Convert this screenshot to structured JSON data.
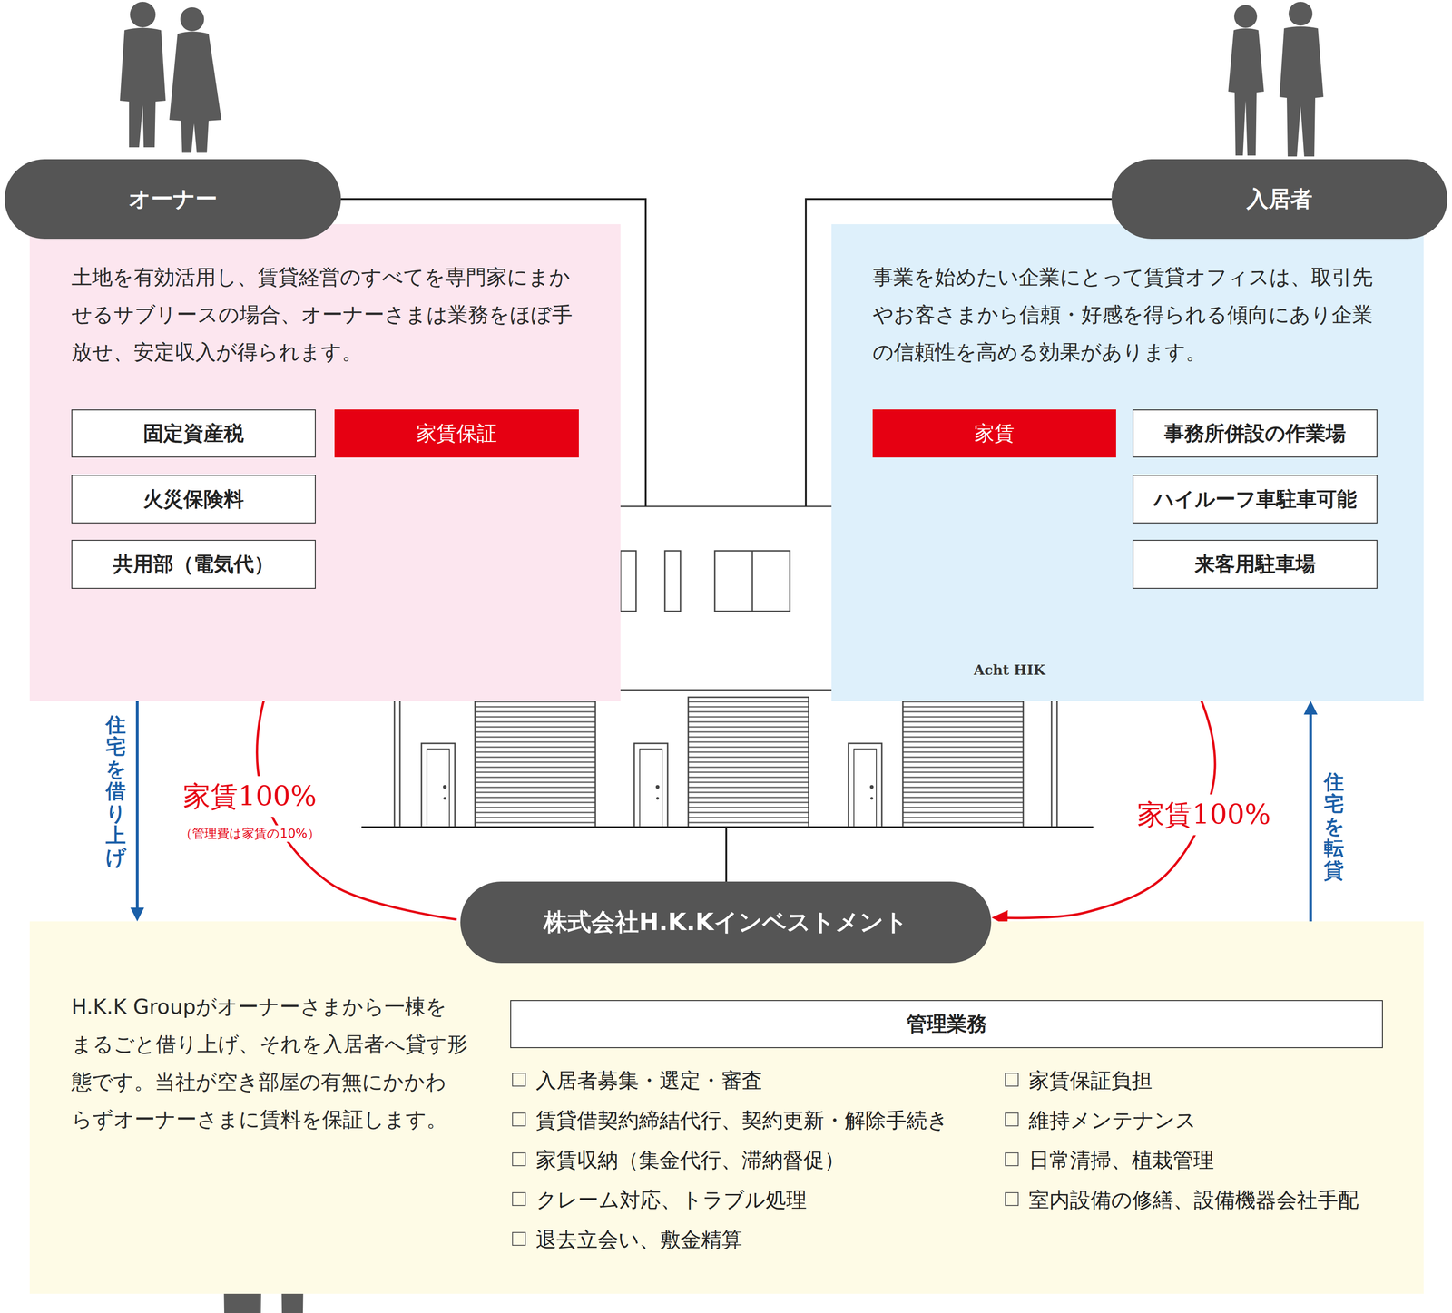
{
  "diagram": {
    "nodes": [
      {
        "text": [
          "オーナー"
        ]
      },
      {
        "text": [
          "土地を有効活用し、賃貸経営のすべてを専門家にまか せるサブリースの場合、オーナーさまは業務をほぼ手 放せ、安定収入が得られます。"
        ]
      },
      {
        "text": [
          "固定資産税"
        ],
        "in": 1
      },
      {
        "text": [
          "家賃保証"
        ],
        "in": 1
      },
      {
        "text": [
          "火災保険料"
        ],
        "in": 1
      },
      {
        "text": [
          "共用部（電気代）"
        ],
        "in": 1
      },
      {
        "text": [
          "入居者"
        ]
      },
      {
        "text": [
          "事業を始めたい企業にとって賃貸オフィスは、取引先 やお客さまから信頼・好感を得られる傾向にあり企業 の信頼性を高める効果があります。"
        ]
      },
      {
        "text": [
          "家賃"
        ],
        "in": 7
      },
      {
        "text": [
          "事務所併設の作業場"
        ],
        "in": 7
      },
      {
        "text": [
          "ハイルーフ車駐車可能"
        ],
        "in": 7
      },
      {
        "text": [
          "来客用駐車場"
        ],
        "in": 7
      },
      {
        "text": [
          "Acht HIK"
        ]
      },
      {
        "text": [
          "株式会社H.K.Kインベストメント"
        ]
      },
      {
        "text": [
          "H.K.K Groupがオーナーさまから一棟を まるごと借り上げ、それを入居者へ貸す形 態です。当社が空き部屋の有無にかかわ らずオーナーさまに賃料を保証します。"
        ]
      },
      {
        "text": [
          "管理業務"
        ],
        "in": 14
      }
    ],
    "edges": [
      {
        "from": 0,
        "to": 12,
        "arrow": "none"
      },
      {
        "from": 6,
        "to": 12,
        "arrow": "none"
      },
      {
        "from": 12,
        "to": 13,
        "arrow": "none"
      },
      {
        "from": 13,
        "to": 12,
        "label": "家賃100%",
        "arrow": "to"
      },
      {
        "from": 12,
        "to": 13,
        "label": "家賃100%",
        "arrow": "to"
      },
      {
        "from": 1,
        "to": 14,
        "label": "住宅を借り上げ",
        "arrow": "to"
      },
      {
        "from": 14,
        "to": 7,
        "label": "住宅を転貸",
        "arrow": "to"
      }
    ],
    "labels": [
      "（管理費は家賃の10%）",
      "入居者募集・選定・審査",
      "賃貸借契約締結代行、契約更新・解除手続き",
      "家賃収納（集金代行、滞納督促）",
      "クレーム対応、トラブル処理",
      "退去立会い、敷金精算",
      "家賃保証負担",
      "維持メンテナンス",
      "日常清掃、植栽管理",
      "室内設備の修繕、設備機器会社手配"
    ]
  }
}
